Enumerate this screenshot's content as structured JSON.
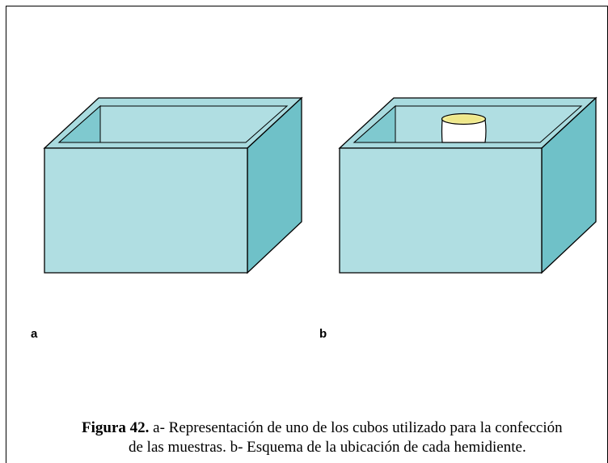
{
  "panels": [
    {
      "label": "a",
      "has_sample": false
    },
    {
      "label": "b",
      "has_sample": true
    }
  ],
  "caption": {
    "title": "Figura 42.",
    "line1": "a- Representación de uno de los cubos utilizado para la confección",
    "line2": "de las muestras. b- Esquema de la ubicación de cada hemidiente."
  },
  "colors": {
    "front": "#b0dee2",
    "side": "#6fc1c8",
    "inner": "#b0dee2",
    "inner_wall": "#7fc9cf",
    "rim": "#a9dbdf",
    "sample_body": "#ffffff",
    "sample_top": "#f3ee9a"
  }
}
